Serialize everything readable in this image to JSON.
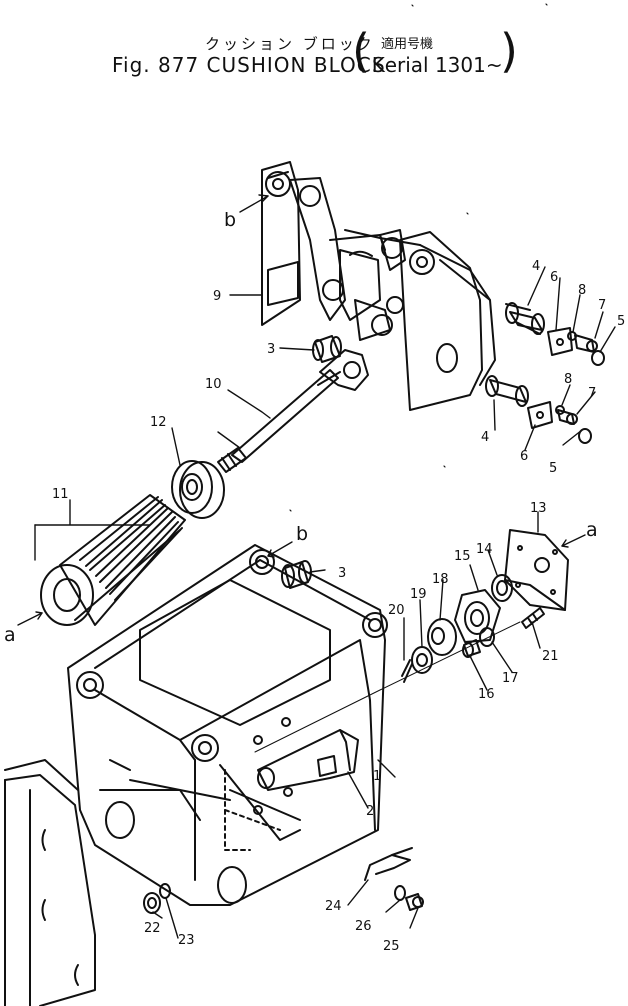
{
  "title": {
    "japanese": "クッション ブロック",
    "japanese_paren": "適用号機",
    "figure": "Fig. 877 CUSHION BLOCK",
    "serial": "Serial 1301~"
  },
  "callouts": [
    {
      "id": "1",
      "text": "1"
    },
    {
      "id": "2",
      "text": "2"
    },
    {
      "id": "3a",
      "text": "3"
    },
    {
      "id": "3b",
      "text": "3"
    },
    {
      "id": "4a",
      "text": "4"
    },
    {
      "id": "4b",
      "text": "4"
    },
    {
      "id": "5a",
      "text": "5"
    },
    {
      "id": "5b",
      "text": "5"
    },
    {
      "id": "6a",
      "text": "6"
    },
    {
      "id": "6b",
      "text": "6"
    },
    {
      "id": "7a",
      "text": "7"
    },
    {
      "id": "7b",
      "text": "7"
    },
    {
      "id": "8a",
      "text": "8"
    },
    {
      "id": "8b",
      "text": "8"
    },
    {
      "id": "9",
      "text": "9"
    },
    {
      "id": "10",
      "text": "10"
    },
    {
      "id": "11",
      "text": "11"
    },
    {
      "id": "12",
      "text": "12"
    },
    {
      "id": "13",
      "text": "13"
    },
    {
      "id": "14",
      "text": "14"
    },
    {
      "id": "15",
      "text": "15"
    },
    {
      "id": "16",
      "text": "16"
    },
    {
      "id": "17",
      "text": "17"
    },
    {
      "id": "18",
      "text": "18"
    },
    {
      "id": "19",
      "text": "19"
    },
    {
      "id": "20",
      "text": "20"
    },
    {
      "id": "21",
      "text": "21"
    },
    {
      "id": "22",
      "text": "22"
    },
    {
      "id": "23",
      "text": "23"
    },
    {
      "id": "24",
      "text": "24"
    },
    {
      "id": "25",
      "text": "25"
    },
    {
      "id": "26",
      "text": "26"
    }
  ],
  "references": [
    {
      "id": "b-top",
      "text": "b"
    },
    {
      "id": "b-mid",
      "text": "b"
    },
    {
      "id": "a-left",
      "text": "a"
    },
    {
      "id": "a-right",
      "text": "a"
    }
  ]
}
